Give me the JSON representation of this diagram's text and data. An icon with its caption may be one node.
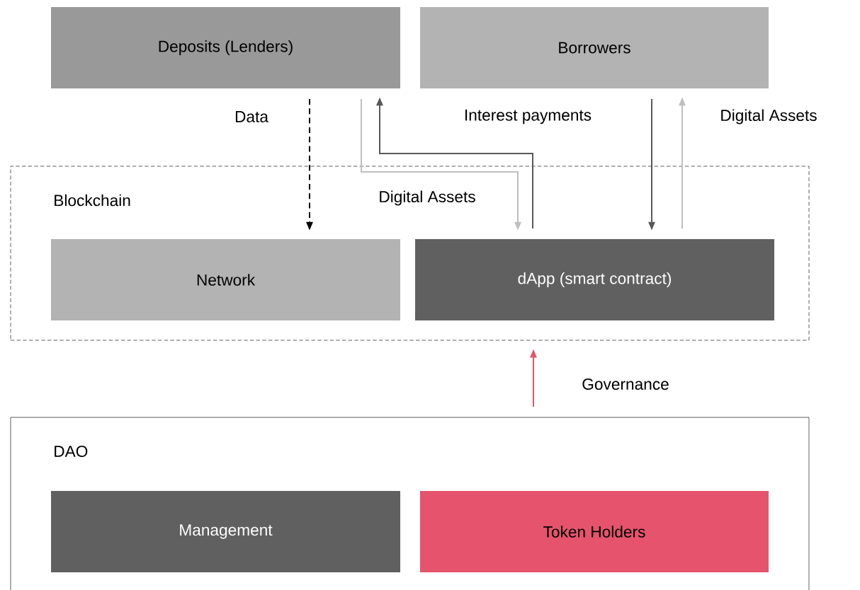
{
  "diagram": {
    "nodes": [
      {
        "text": [
          "Deposits (Lenders)"
        ]
      },
      {
        "text": [
          "Borrowers"
        ]
      },
      {
        "text": [
          "Blockchain"
        ]
      },
      {
        "text": [
          "Network"
        ],
        "in": 2
      },
      {
        "text": [
          "dApp (smart contract)"
        ],
        "in": 2
      },
      {
        "text": [
          "DAO"
        ]
      },
      {
        "text": [
          "Management"
        ],
        "in": 5
      },
      {
        "text": [
          "Token Holders"
        ],
        "in": 5
      }
    ],
    "edges": [
      {
        "from": 0,
        "to": 3,
        "arrow": "to",
        "label": "Data",
        "style": "dashed",
        "color": "#000000"
      },
      {
        "from": 0,
        "to": 4,
        "arrow": "to",
        "label": "Digital Assets",
        "color": "#bfbfbf"
      },
      {
        "from": 4,
        "to": 0,
        "arrow": "to",
        "label": "Interest payments",
        "color": "#595959"
      },
      {
        "from": 1,
        "to": 4,
        "arrow": "to",
        "color": "#595959"
      },
      {
        "from": 4,
        "to": 1,
        "arrow": "to",
        "label": "Digital Assets",
        "color": "#bfbfbf"
      },
      {
        "from": 5,
        "to": 2,
        "arrow": "to",
        "label": "Governance",
        "color": "#e5546c"
      }
    ]
  }
}
